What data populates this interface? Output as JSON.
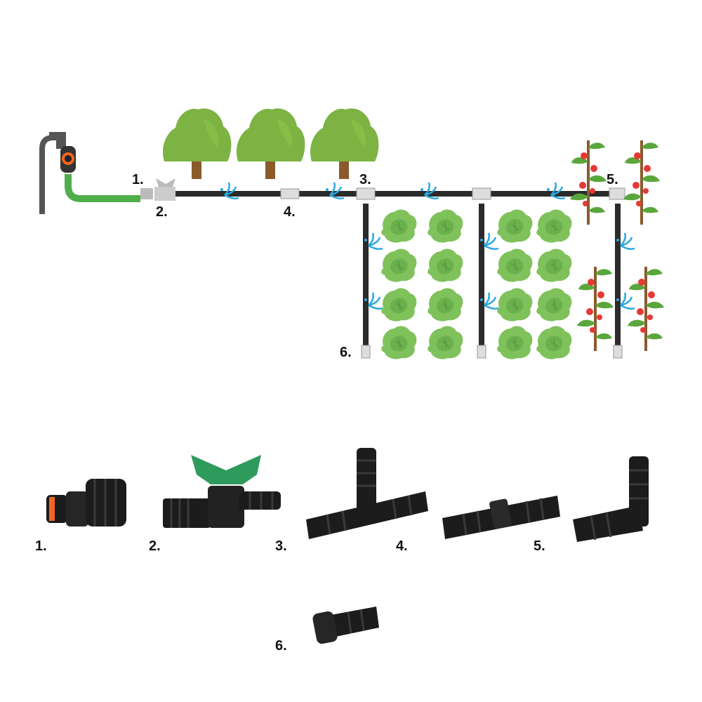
{
  "diagram": {
    "system_labels": [
      "1.",
      "2.",
      "3.",
      "4.",
      "5.",
      "6."
    ],
    "part_labels": [
      "1.",
      "2.",
      "3.",
      "4.",
      "5.",
      "6."
    ]
  },
  "colors": {
    "pipe": "#2b2b2b",
    "hose": "#4fae4a",
    "tree_crown": "#7cb342",
    "tree_trunk": "#8b5a2b",
    "lettuce": "#7fc15a",
    "tomato": "#e53935",
    "water": "#29a8e0",
    "valve_handle": "#2e9b5c",
    "connector_ring": "#f26522"
  },
  "icons": [
    "faucet-icon",
    "water-timer-icon",
    "tree-icon",
    "lettuce-icon",
    "tomato-plant-icon",
    "water-spray-icon"
  ]
}
